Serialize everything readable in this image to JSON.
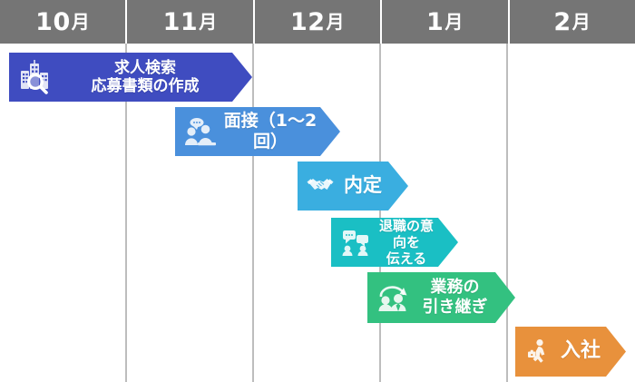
{
  "header": {
    "months": [
      {
        "num": "10",
        "unit": "月"
      },
      {
        "num": "11",
        "unit": "月"
      },
      {
        "num": "12",
        "unit": "月"
      },
      {
        "num": "1",
        "unit": "月"
      },
      {
        "num": "2",
        "unit": "月"
      }
    ],
    "background_color": "#757575",
    "text_color": "#ffffff"
  },
  "grid": {
    "columns": 5,
    "line_color": "#bdbdbd",
    "background_color": "#ffffff"
  },
  "tasks": [
    {
      "label": "求人検索\n応募書類の作成",
      "icon": "building-search-icon",
      "color": "#3F4CC0",
      "font_size": "17px",
      "start_month": "10月",
      "end_month": "11月"
    },
    {
      "label": "面接（1〜2回）",
      "icon": "interview-people-icon",
      "color": "#4A90DC",
      "font_size": "19px",
      "start_month": "11月",
      "end_month": "12月"
    },
    {
      "label": "内定",
      "icon": "handshake-icon",
      "color": "#3AAEE0",
      "font_size": "21px",
      "start_month": "12月",
      "end_month": "12月"
    },
    {
      "label": "退職の意向を\n伝える",
      "icon": "conversation-icon",
      "color": "#1ABFC4",
      "font_size": "15px",
      "start_month": "12月",
      "end_month": "1月"
    },
    {
      "label": "業務の\n引き継ぎ",
      "icon": "handover-icon",
      "color": "#33C180",
      "font_size": "18px",
      "start_month": "1月",
      "end_month": "1月"
    },
    {
      "label": "入社",
      "icon": "walking-worker-icon",
      "color": "#E8913C",
      "font_size": "22px",
      "start_month": "2月",
      "end_month": "2月"
    }
  ]
}
